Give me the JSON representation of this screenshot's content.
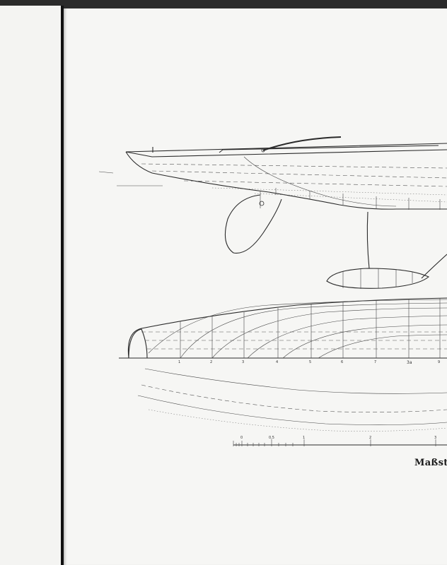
{
  "document": {
    "type": "yacht lines plan (scanned plate)",
    "scale_caption": "Maßsta",
    "scale_bar": {
      "labels": [
        "0",
        "0,5",
        "1",
        "2",
        "3"
      ]
    },
    "half_breadth_station_marker": "3a"
  },
  "colors": {
    "paper": "#f6f6f4",
    "ink": "#2a2a2a",
    "scan_border": "#2b2b2b"
  }
}
